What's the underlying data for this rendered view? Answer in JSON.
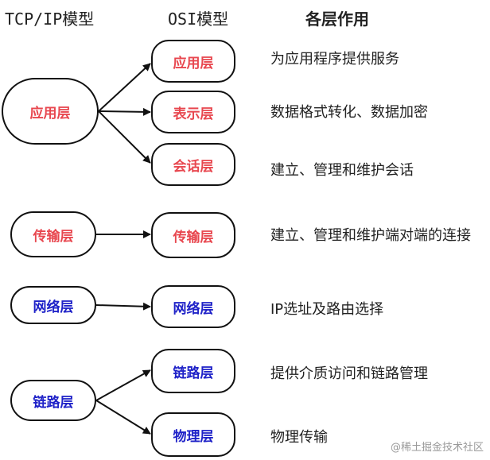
{
  "headers": {
    "tcpip": "TCP/IP模型",
    "osi": "OSI模型",
    "role": "各层作用"
  },
  "colors": {
    "red": "#e8474f",
    "blue": "#1f22c8",
    "line": "#111111"
  },
  "tcpip_layers": [
    "应用层",
    "传输层",
    "网络层",
    "链路层"
  ],
  "osi_layers": [
    "应用层",
    "表示层",
    "会话层",
    "传输层",
    "网络层",
    "链路层",
    "物理层"
  ],
  "descriptions": [
    "为应用程序提供服务",
    "数据格式转化、数据加密",
    "建立、管理和维护会话",
    "建立、管理和维护端对端的连接",
    "IP选址及路由选择",
    "提供介质访问和链路管理",
    "物理传输"
  ],
  "watermark": "@稀土掘金技术社区"
}
